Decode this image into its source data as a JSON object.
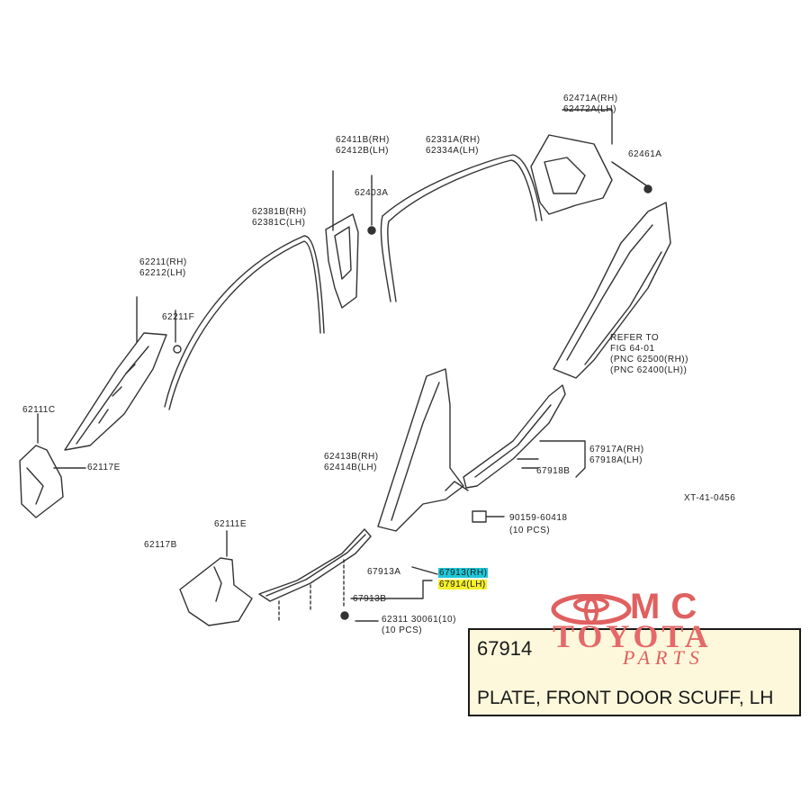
{
  "labels": {
    "quarter_trim_a": "62471A(RH)",
    "quarter_trim_b": "62472A(LH)",
    "clip_62461": "62461A",
    "pillar_b_upper_a": "62411B(RH)",
    "pillar_b_upper_b": "62412B(LH)",
    "clip_62403": "62403A",
    "roof_weather_a": "62331A(RH)",
    "roof_weather_b": "62334A(LH)",
    "roof_side_a": "62381B(RH)",
    "roof_side_b": "62381C(LH)",
    "pillar_a_a": "62211(RH)",
    "pillar_a_b": "62212(LH)",
    "clip_62211f": "62211F",
    "lower_quarter_a": "REFER TO",
    "lower_quarter_b": "FIG 64-01",
    "lower_quarter_c": "(PNC 62500(RH))",
    "lower_quarter_d": "(PNC 62400(LH))",
    "cowl_side_c": "62111C",
    "clip_62117": "62117E",
    "pillar_b_lower_a": "62413B(RH)",
    "pillar_b_lower_b": "62414B(LH)",
    "rear_scuff_a": "67917A(RH)",
    "rear_scuff_b": "67918A(LH)",
    "rear_scuff_clip": "67918B",
    "screw_a": "90159-60418",
    "screw_b": "(10 PCS)",
    "fig_code": "XT-41-0456",
    "cowl_side_e": "62111E",
    "clip_62117b": "62117B",
    "front_scuff_clip": "67913A",
    "front_scuff_rh": "67913(RH)",
    "front_scuff_lh": "67914(LH)",
    "front_scuff_b": "67913B",
    "clip_bottom_a": "62311 30061(10)",
    "clip_bottom_b": "(10 PCS)"
  },
  "colors": {
    "highlight_rh": "#1ec8d8",
    "highlight_lh": "#f5ef2a",
    "line": "#333333",
    "brand": "#e06060",
    "box_bg": "#fdf8db"
  },
  "info_box": {
    "part_number": "67914",
    "description": "PLATE, FRONT DOOR SCUFF, LH"
  },
  "branding": {
    "top": "MC",
    "main": "TOYOTA",
    "sub": "PARTS"
  }
}
